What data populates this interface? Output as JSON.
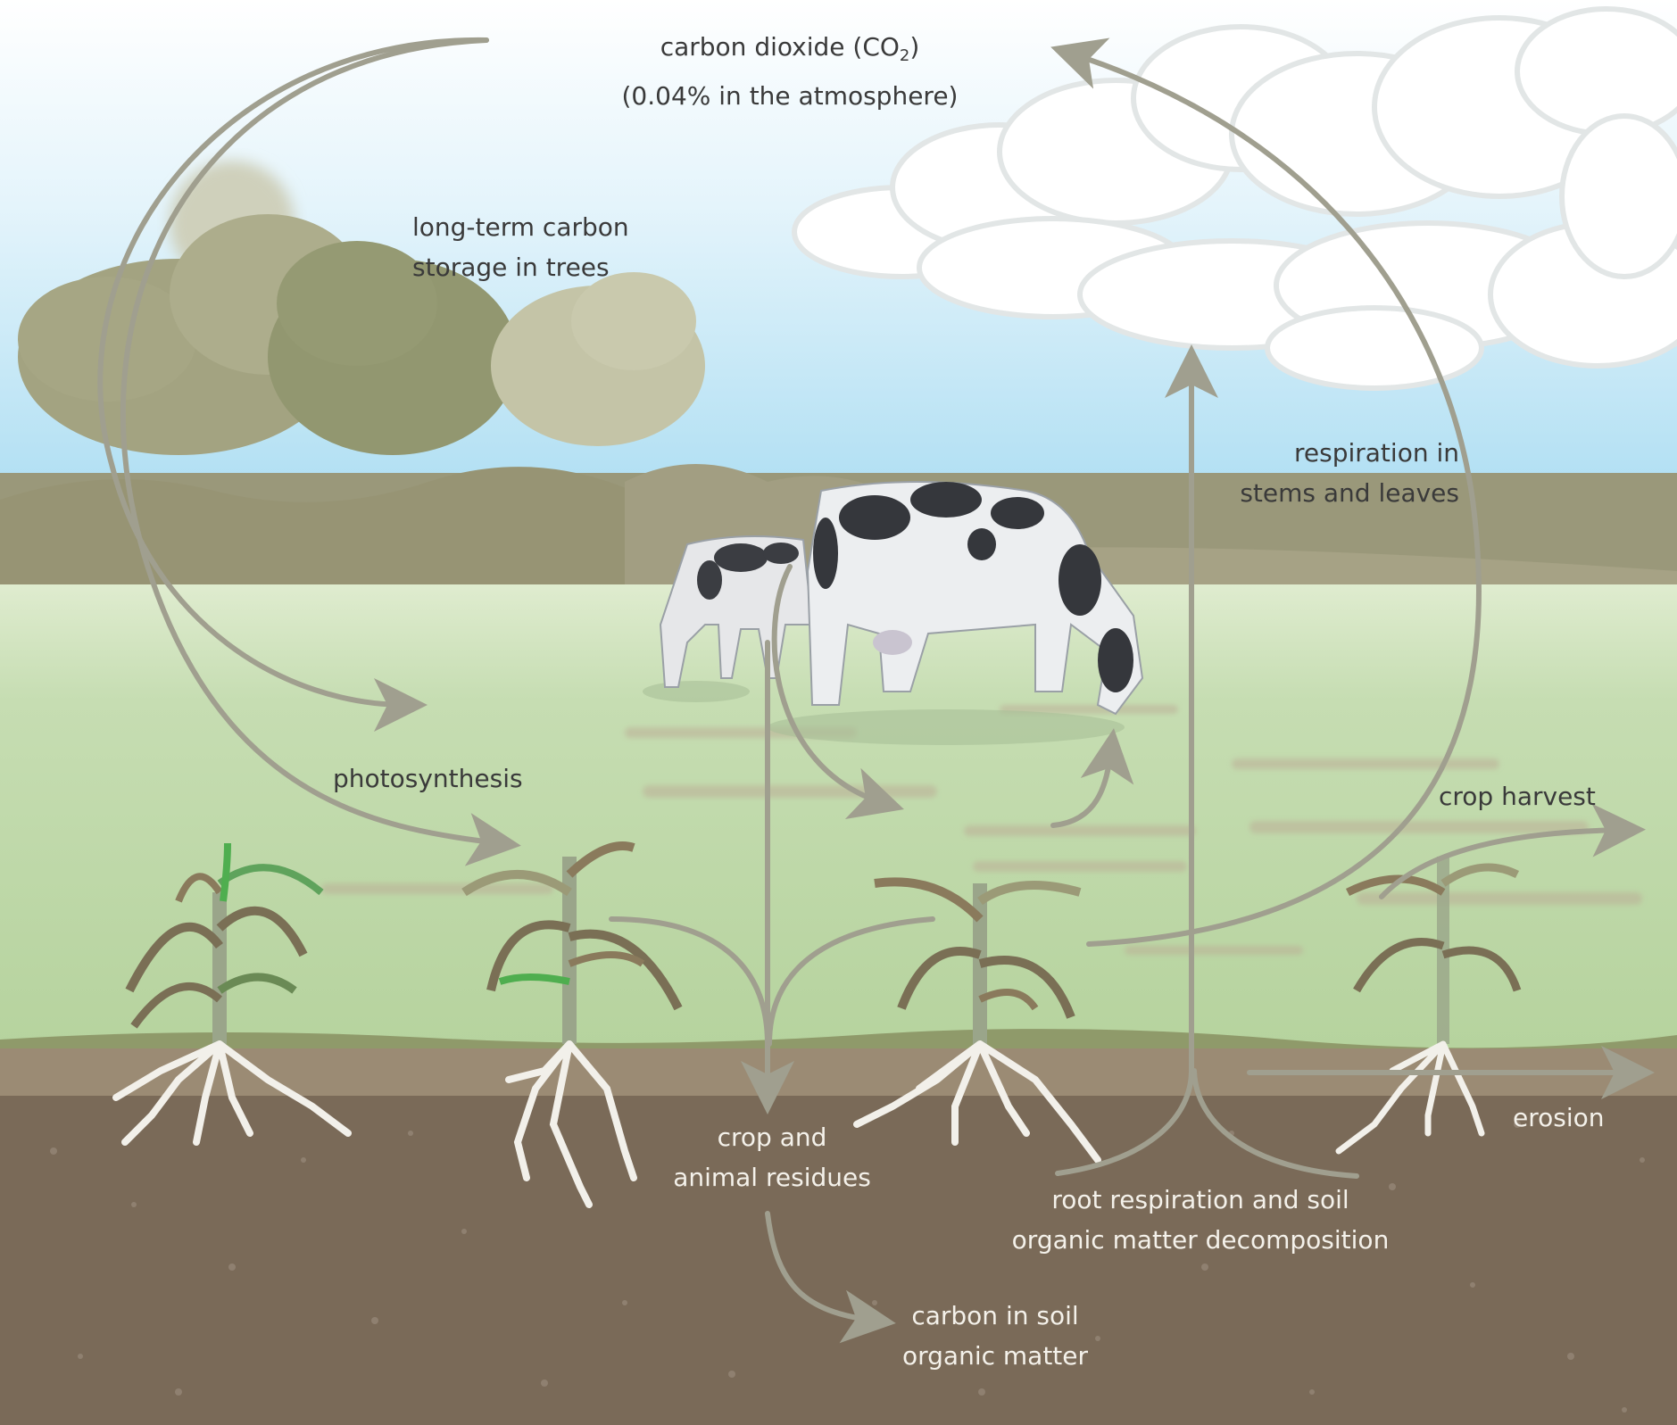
{
  "labels": {
    "co2_prefix": "carbon dioxide (CO",
    "co2_sub": "2",
    "co2_suffix": ")",
    "co2_pct": "(0.04% in the atmosphere)",
    "trees_1": "long-term carbon",
    "trees_2": "storage in trees",
    "photosynthesis": "photosynthesis",
    "resp_stems_1": "respiration in",
    "resp_stems_2": "stems and leaves",
    "crop_harvest": "crop harvest",
    "erosion": "erosion",
    "residues_1": "crop and",
    "residues_2": "animal residues",
    "root_resp_1": "root respiration and soil",
    "root_resp_2": "organic matter decomposition",
    "soil_carbon_1": "carbon in soil",
    "soil_carbon_2": "organic matter"
  },
  "colors": {
    "sky_top": "#ffffff",
    "sky_bottom": "#9fd8f0",
    "pasture": "#c3dcb0",
    "tree_line": "#9c9a7c",
    "topsoil": "#9b8b74",
    "soil": "#7a6a58",
    "arrow": "#a09f8f",
    "text_dark": "#3a3a3a",
    "text_light": "#f4f1ea"
  }
}
